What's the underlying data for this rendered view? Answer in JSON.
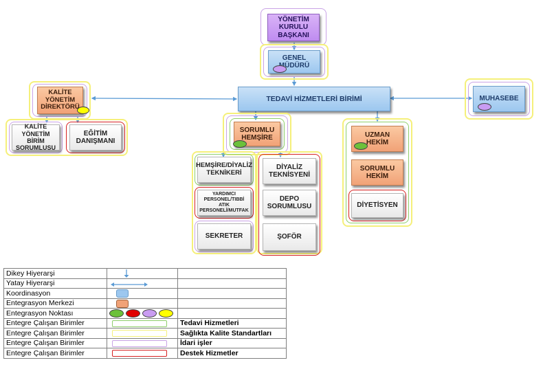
{
  "nodes": {
    "board_chair": "YÖNETİM KURULU BAŞKANI",
    "general_manager": "GENEL MÜDÜRÜ",
    "treatment_unit": "TEDAVİ HİZMETLERİ BİRİMİ",
    "quality_director": "KALİTE YÖNETİM DİREKTÖRÜ",
    "accounting": "MUHASEBE",
    "quality_unit_officer": "KALİTE YÖNETİM BİRİM SORUMLUSU",
    "training_consultant": "EĞİTİM DANIŞMANI",
    "head_nurse": "SORUMLU HEMŞİRE",
    "specialist": "UZMAN HEKİM",
    "responsible_physician": "SORUMLU HEKİM",
    "dietitian": "DİYETİSYEN",
    "dialysis_nurse": "HEMŞİRE/DİYALİZ TEKNİKERİ",
    "dialysis_technician": "DİYALİZ TEKNİSYENİ",
    "support_staff": "YARDIMCI PERSONEL/TIBBİ ATIK PERSONELİ/MUTFAK",
    "depot_officer": "DEPO SORUMLUSU",
    "secretary": "SEKRETER",
    "driver": "ŞOFÖR"
  },
  "legend": {
    "rows": [
      {
        "label": "Dikey Hiyerarşi",
        "symbol": "vertical-arrow",
        "meaning": ""
      },
      {
        "label": "Yatay Hiyerarşi",
        "symbol": "horizontal-arrow",
        "meaning": ""
      },
      {
        "label": "Koordinasyon",
        "symbol": "blue-square",
        "meaning": ""
      },
      {
        "label": "Entegrasyon Merkezi",
        "symbol": "orange-square",
        "meaning": ""
      },
      {
        "label": "Entegrasyon Noktası",
        "symbol": "colored-ovals",
        "meaning": ""
      },
      {
        "label": "Entegre Çalışan Birimler",
        "symbol": "green-outline",
        "meaning": "Tedavi Hizmetleri"
      },
      {
        "label": "Entegre Çalışan Birimler",
        "symbol": "yellow-outline",
        "meaning": "Sağlıkta Kalite Standartları"
      },
      {
        "label": "Entegre Çalışan Birimler",
        "symbol": "purple-outline",
        "meaning": "İdari işler"
      },
      {
        "label": "Entegre Çalışan Birimler",
        "symbol": "red-outline",
        "meaning": "Destek Hizmetler"
      }
    ]
  },
  "colors": {
    "coordination": "#9cc7ef",
    "integration_center": "#f1a277",
    "green": "#6cc13a",
    "red": "#e00000",
    "purple": "#c99cf2",
    "yellow": "#ffff00",
    "arrow": "#5b9bd5"
  }
}
